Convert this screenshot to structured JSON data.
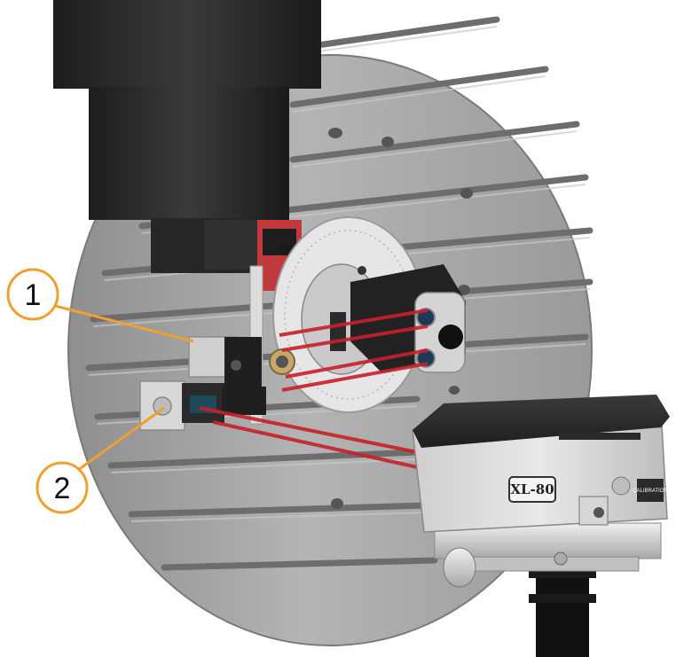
{
  "callouts": [
    {
      "number": "1"
    },
    {
      "number": "2"
    }
  ],
  "device_label": "XL-80",
  "device_sublabel": "CALIBRATION",
  "colors": {
    "callout_stroke": "#f0a030",
    "beam": "#c8202a",
    "table": "#a9a9a9",
    "spindle": "#2b2b2b",
    "bracket_red": "#c2393b"
  }
}
